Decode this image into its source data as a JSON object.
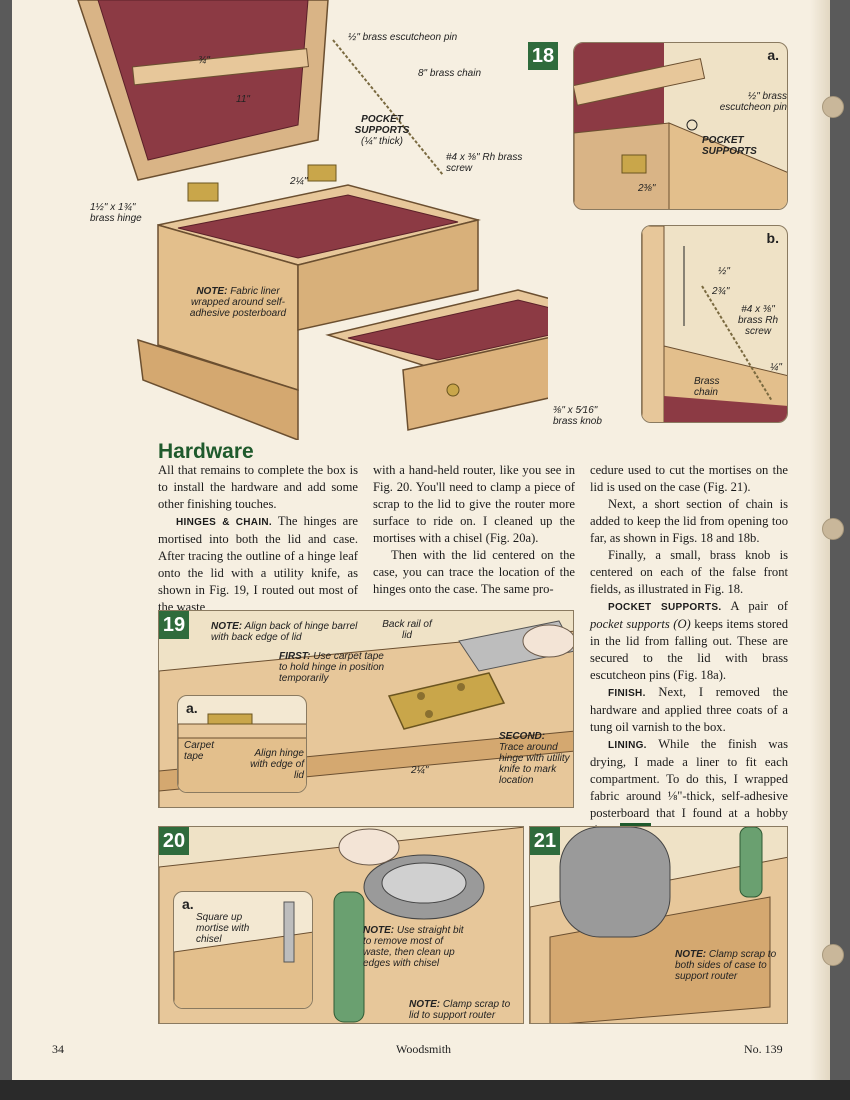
{
  "colors": {
    "page": "#f6efe1",
    "accent_green": "#2f6b3c",
    "wood": "#e7c79a",
    "fabric": "#8c3a44"
  },
  "fig18": {
    "number": "18",
    "labels": {
      "pin": "½\" brass escutcheon pin",
      "chain": "8\" brass chain",
      "supports_title": "POCKET SUPPORTS",
      "supports_sub": "(¼\" thick)",
      "screw": "#4 x ⅜\" Rh brass screw",
      "hinge": "1½\" x 1¾\" brass hinge",
      "dim_2_1_4": "2¼\"",
      "dim_11": "11\"",
      "dim_3_4": "¾\"",
      "note_bold": "NOTE:",
      "note_text": "Fabric liner wrapped around self-adhesive posterboard",
      "knob": "⅜\" x 5⁄16\" brass knob"
    },
    "a": {
      "letter": "a.",
      "pin": "½\" brass escutcheon pin",
      "supports": "POCKET SUPPORTS",
      "dim": "2⅜\""
    },
    "b": {
      "letter": "b.",
      "dim_half": "½\"",
      "dim_2_3_4": "2¾\"",
      "screw": "#4 x ⅜\" brass Rh screw",
      "dim_quarter": "¼\"",
      "chain": "Brass chain"
    }
  },
  "article": {
    "heading": "Hardware",
    "col1": {
      "p1": "All that remains to complete the box is to install the hardware and add some other finishing touches.",
      "p2_head": "HINGES & CHAIN.",
      "p2": " The hinges are mortised into both the lid and case. After tracing the outline of a hinge leaf onto the lid with a utility knife, as shown in Fig. 19, I routed out most of the waste"
    },
    "col2": {
      "p1": "with a hand-held router, like you see in Fig. 20. You'll need to clamp a piece of scrap to the lid to give the router more surface to ride on. I cleaned up the mortises with a chisel (Fig. 20a).",
      "p2": "Then with the lid centered on the case, you can trace the location of the hinges onto the case. The same pro-"
    },
    "col3": {
      "p1": "cedure used to cut the mortises on the lid is used on the case (Fig. 21).",
      "p2": "Next, a short section of chain is added to keep the lid from opening too far, as shown in Figs. 18 and 18b.",
      "p3": "Finally, a small, brass knob is centered on each of the false front fields, as illustrated in Fig. 18.",
      "p4_head": "POCKET SUPPORTS.",
      "p4_a": " A pair of ",
      "p4_ital": "pocket supports (O)",
      "p4_b": " keeps items stored in the lid from falling out. These are secured to the lid with brass escutcheon pins (Fig. 18a).",
      "p5_head": "FINISH.",
      "p5": " Next, I removed the hardware and applied three coats of a tung oil varnish to the box.",
      "p6_head": "LINING.",
      "p6": " While the finish was drying, I made a liner to fit each compartment. To do this, I wrapped fabric around ⅛\"-thick, self-adhesive posterboard that I found at a hobby shop.",
      "end_mark": "W"
    }
  },
  "fig19": {
    "number": "19",
    "note_bold": "NOTE:",
    "note_text": "Align back of hinge barrel with back edge of lid",
    "back_rail": "Back rail of lid",
    "first_bold": "FIRST:",
    "first_text": "Use carpet tape to hold hinge in position temporarily",
    "second_bold": "SECOND:",
    "second_text": "Trace around hinge with utility knife to mark location",
    "dim": "2¼\"",
    "a_letter": "a.",
    "carpet_tape": "Carpet tape",
    "align": "Align hinge with edge of lid"
  },
  "fig20": {
    "number": "20",
    "a_letter": "a.",
    "square": "Square up mortise with chisel",
    "note1_bold": "NOTE:",
    "note1_text": "Use straight bit to remove most of waste, then clean up edges with chisel",
    "note2_bold": "NOTE:",
    "note2_text": "Clamp scrap to lid to support router"
  },
  "fig21": {
    "number": "21",
    "note_bold": "NOTE:",
    "note_text": "Clamp scrap to both sides of case to support router"
  },
  "footer": {
    "page": "34",
    "magazine": "Woodsmith",
    "issue": "No. 139"
  }
}
